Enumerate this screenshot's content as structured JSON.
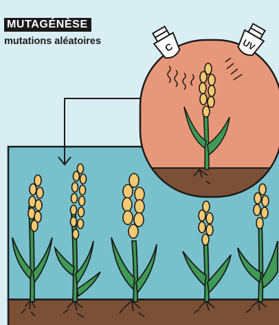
{
  "header": {
    "title": "MUTAGÉNÈSE",
    "subtitle": "mutations aléatoires"
  },
  "lamps": [
    {
      "label": "C",
      "icon": "lamp-icon"
    },
    {
      "label": "UV",
      "icon": "lamp-icon"
    }
  ],
  "colors": {
    "background": "#d9eef3",
    "bubble": "#e8987a",
    "water": "#78c1cc",
    "soil": "#7b5037",
    "stem": "#3f9a55",
    "grain": "#f5c971",
    "outline": "#1a1a1a"
  }
}
